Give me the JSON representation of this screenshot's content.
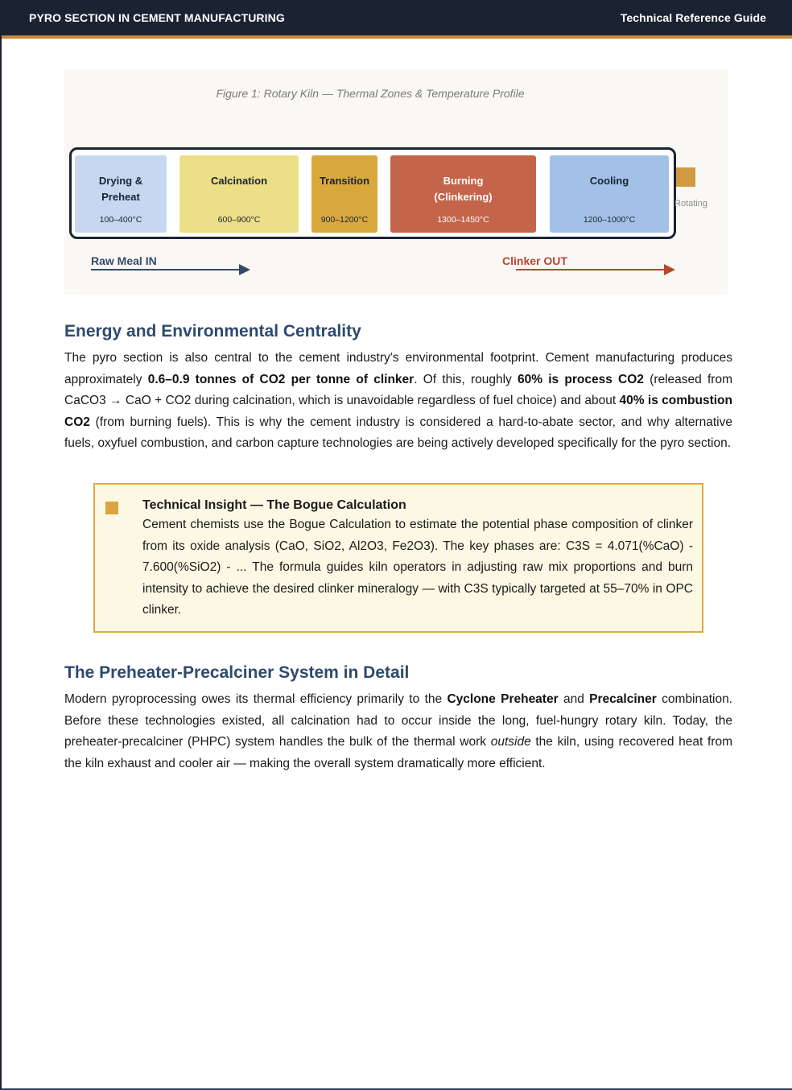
{
  "header": {
    "left_title": "PYRO SECTION IN CEMENT MANUFACTURING",
    "right_title": "Technical Reference Guide"
  },
  "figure": {
    "caption": "Figure 1: Rotary Kiln — Thermal Zones & Temperature Profile",
    "zones": [
      {
        "name": "Drying & Preheat",
        "temp": "100–400°C",
        "color": "#c5d8f0"
      },
      {
        "name": "Calcination",
        "temp": "600–900°C",
        "color": "#ecdf87"
      },
      {
        "name": "Transition",
        "temp": "900–1200°C",
        "color": "#d9a83d"
      },
      {
        "name": "Burning (Clinkering)",
        "temp": "1300–1450°C",
        "color": "#c4644a"
      },
      {
        "name": "Cooling",
        "temp": "1200–1000°C",
        "color": "#a3c1e6"
      }
    ],
    "rotating_label": "Rotating",
    "raw_meal_label": "Raw Meal IN",
    "clinker_label": "Clinker OUT",
    "raw_meal_color": "#34496b",
    "clinker_color": "#b7472f"
  },
  "section1": {
    "heading": "Energy and Environmental Centrality",
    "paragraph": [
      {
        "t": "The pyro section is also central to the cement industry's environmental footprint. Cement manufacturing produces approximately "
      },
      {
        "t": "0.6–0.9 tonnes of CO2 per tonne of clinker",
        "b": true
      },
      {
        "t": ". Of this, roughly "
      },
      {
        "t": "60% is process CO2",
        "b": true
      },
      {
        "t": " (released from CaCO3 → CaO + CO2 during calcination, which is unavoidable regardless of fuel choice) and about "
      },
      {
        "t": "40% is combustion CO2",
        "b": true
      },
      {
        "t": " (from burning fuels). This is why the cement industry is considered a hard-to-abate sector, and why alternative fuels, oxyfuel combustion, and carbon capture technologies are being actively developed specifically for the pyro section."
      }
    ]
  },
  "callout": {
    "title": "Technical Insight — The Bogue Calculation",
    "body": "Cement chemists use the Bogue Calculation to estimate the potential phase composition of clinker from its oxide analysis (CaO, SiO2, Al2O3, Fe2O3). The key phases are: C3S = 4.071(%CaO) - 7.600(%SiO2) - ... The formula guides kiln operators in adjusting raw mix proportions and burn intensity to achieve the desired clinker mineralogy — with C3S typically targeted at 55–70% in OPC clinker."
  },
  "section2": {
    "heading": "The Preheater-Precalciner System in Detail",
    "paragraph": [
      {
        "t": "Modern pyroprocessing owes its thermal efficiency primarily to the "
      },
      {
        "t": "Cyclone Preheater",
        "b": true
      },
      {
        "t": " and "
      },
      {
        "t": "Precalciner",
        "b": true
      },
      {
        "t": " combination. Before these technologies existed, all calcination had to occur inside the long, fuel-hungry rotary kiln. Today, the preheater-precalciner (PHPC) system handles the bulk of the thermal work "
      },
      {
        "t": "outside",
        "i": true
      },
      {
        "t": " the kiln, using recovered heat from the kiln exhaust and cooler air — making the overall system dramatically more efficient."
      }
    ]
  }
}
